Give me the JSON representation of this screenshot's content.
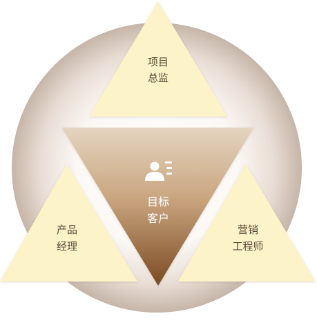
{
  "diagram": {
    "center": {
      "lines": [
        "目标",
        "客户"
      ],
      "icon": "user-list-icon"
    },
    "top": {
      "lines": [
        "项目",
        "总监"
      ]
    },
    "left": {
      "lines": [
        "产品",
        "经理"
      ]
    },
    "right": {
      "lines": [
        "营销",
        "工程师"
      ]
    }
  },
  "colors": {
    "light_triangle": "#fdf3c9",
    "center_triangle_top": "#e4d4bf",
    "center_triangle_bottom": "#7a4a22",
    "circle_outer": "#c6b5a8",
    "circle_inner": "#ffffff",
    "dark_text": "#5b4a38",
    "light_text": "#ffffff"
  }
}
